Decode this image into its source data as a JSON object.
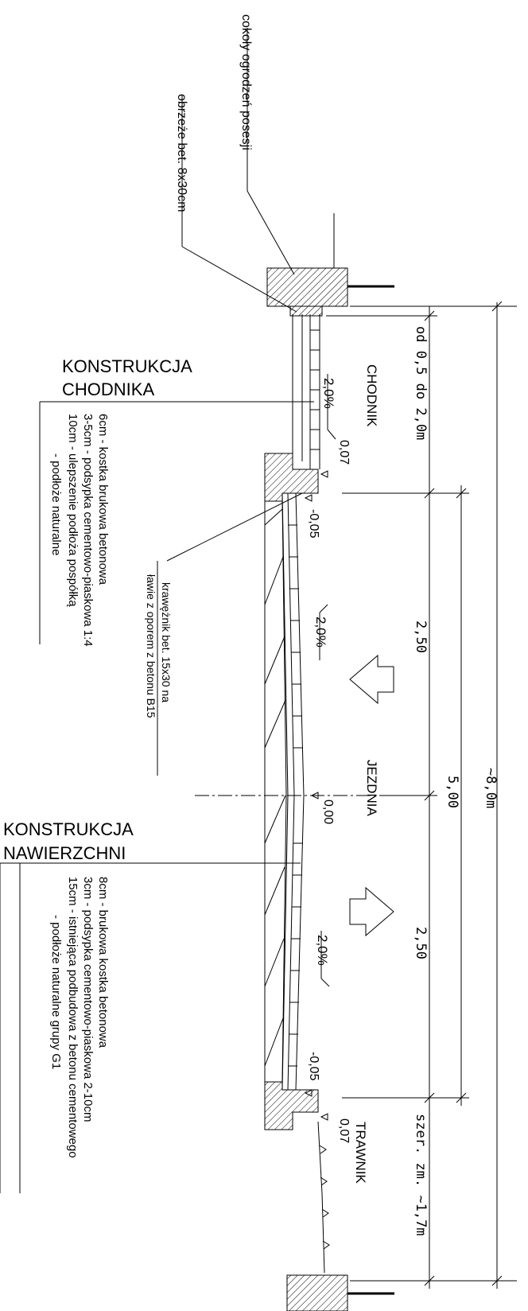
{
  "labels": {
    "fence_base": "cokoły ogrodzeń posesji",
    "curb_edge": "obrzeże bet. 8x30cm",
    "sidewalk": "CHODNIK",
    "roadway": "JEZDNIA",
    "lawn": "TRAWNIK",
    "curb_line1": "krawężnik bet. 15x30 na",
    "curb_line2": "ławie z oporem z betonu B15"
  },
  "sidewalk_construction": {
    "title1": "KONSTRUKCJA",
    "title2": "CHODNIKA",
    "layers": [
      "6cm -  kostka brukowa betonowa",
      "3-5cm -  podsypka cementowo-piaskowa 1:4",
      "10cm -  ulepszenie podłoża pospółką",
      "- podłoże naturalne"
    ]
  },
  "pavement_construction": {
    "title1": "KONSTRUKCJA",
    "title2": "NAWIERZCHNI",
    "layers": [
      "8cm -  brukowa kostka betonowa",
      "3cm -  podsypka cementowo-piaskowa 2-10cm",
      "15cm - istniejąca podbudowa z betonu cementowego",
      "- podłoże naturalne grupy G1"
    ]
  },
  "slopes": {
    "sidewalk": "2,0%",
    "road_left": "2,0%",
    "road_right": "2,0%"
  },
  "levels": {
    "curb_top_left": "0,07",
    "gutter_left": "-0,05",
    "axis": "0,00",
    "gutter_right": "-0,05",
    "curb_top_right": "0,07"
  },
  "dimensions": {
    "sidewalk_width": "od 0,5 do 2,0m",
    "lane_left": "2,50",
    "lane_right": "2,50",
    "roadway_width": "5,00",
    "green_strip": "szer. zm. ~1,7m",
    "total_width": "~8,0m"
  }
}
